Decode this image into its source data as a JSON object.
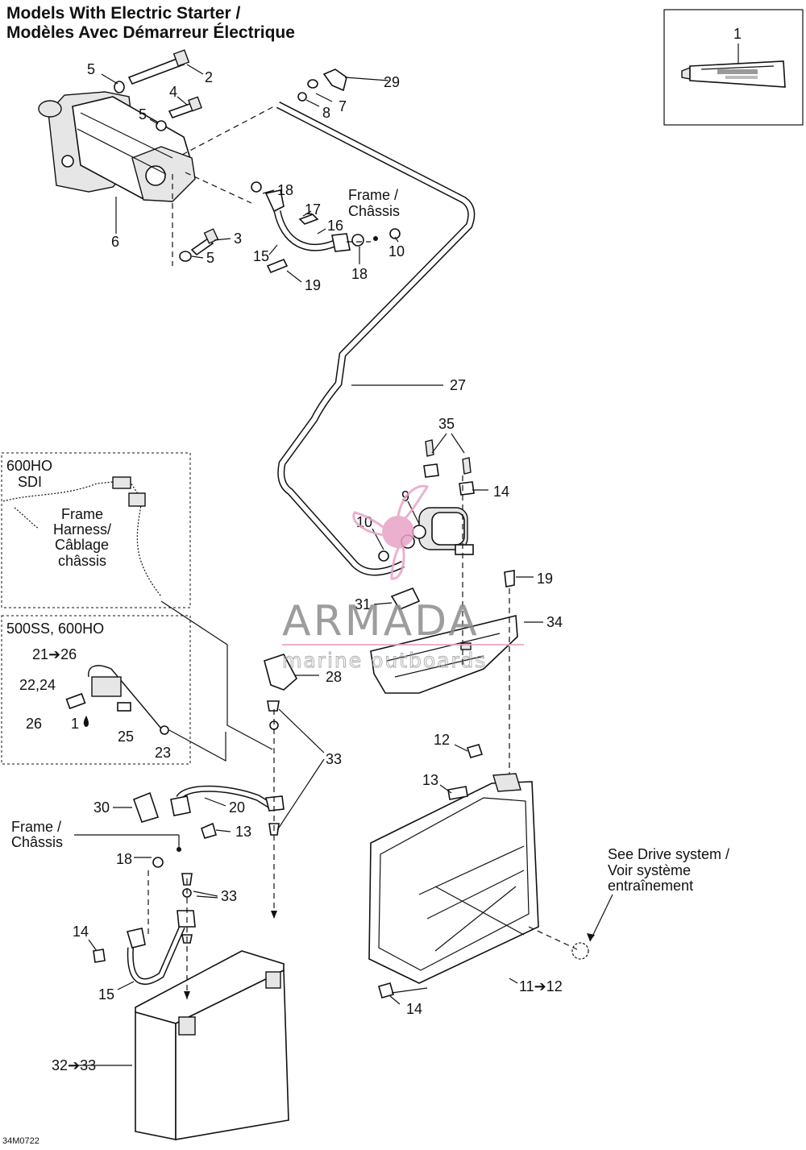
{
  "title": {
    "line1": "Models With Electric Starter /",
    "line2": "Modèles Avec Démarreur Électrique"
  },
  "inset_part": "1",
  "figure_code": "34M0722",
  "watermark": {
    "brand": "ARMADA",
    "tagline": "marine outboards",
    "color_pink": "#e8a3c6",
    "color_gray": "#8d8d8d"
  },
  "boxes": {
    "variant_a": {
      "line1": "600HO",
      "line2": "SDI"
    },
    "variant_b": {
      "line1": "500SS, 600HO"
    },
    "harness": {
      "line1": "Frame",
      "line2": "Harness/",
      "line3": "Câblage",
      "line4": "châssis"
    }
  },
  "notes": {
    "frame_top": {
      "line1": "Frame /",
      "line2": "Châssis"
    },
    "frame_left": {
      "line1": "Frame /",
      "line2": "Châssis"
    },
    "drive": {
      "line1": "See Drive system /",
      "line2": "Voir système",
      "line3": "entraînement"
    }
  },
  "labels": {
    "l5a": "5",
    "l2": "2",
    "l4": "4",
    "l5b": "5",
    "l29": "29",
    "l8": "8",
    "l7": "7",
    "l18a": "18",
    "l17": "17",
    "l16": "16",
    "l6": "6",
    "l3": "3",
    "l5c": "5",
    "l15a": "15",
    "l18b": "18",
    "l10a": "10",
    "l19a": "19",
    "l27": "27",
    "l35": "35",
    "l14a": "14",
    "l9": "9",
    "l10b": "10",
    "l19b": "19",
    "l31": "31",
    "l34": "34",
    "l28": "28",
    "l21": "21➔26",
    "l2224": "22,24",
    "l26": "26",
    "l1drop": "1",
    "l25": "25",
    "l23": "23",
    "l33a": "33",
    "l12": "12",
    "l13a": "13",
    "l30": "30",
    "l20": "20",
    "l13b": "13",
    "l18c": "18",
    "l33b": "33",
    "l14b": "14",
    "l15b": "15",
    "l1112": "11➔12",
    "l14c": "14",
    "l3233": "32➔33"
  }
}
